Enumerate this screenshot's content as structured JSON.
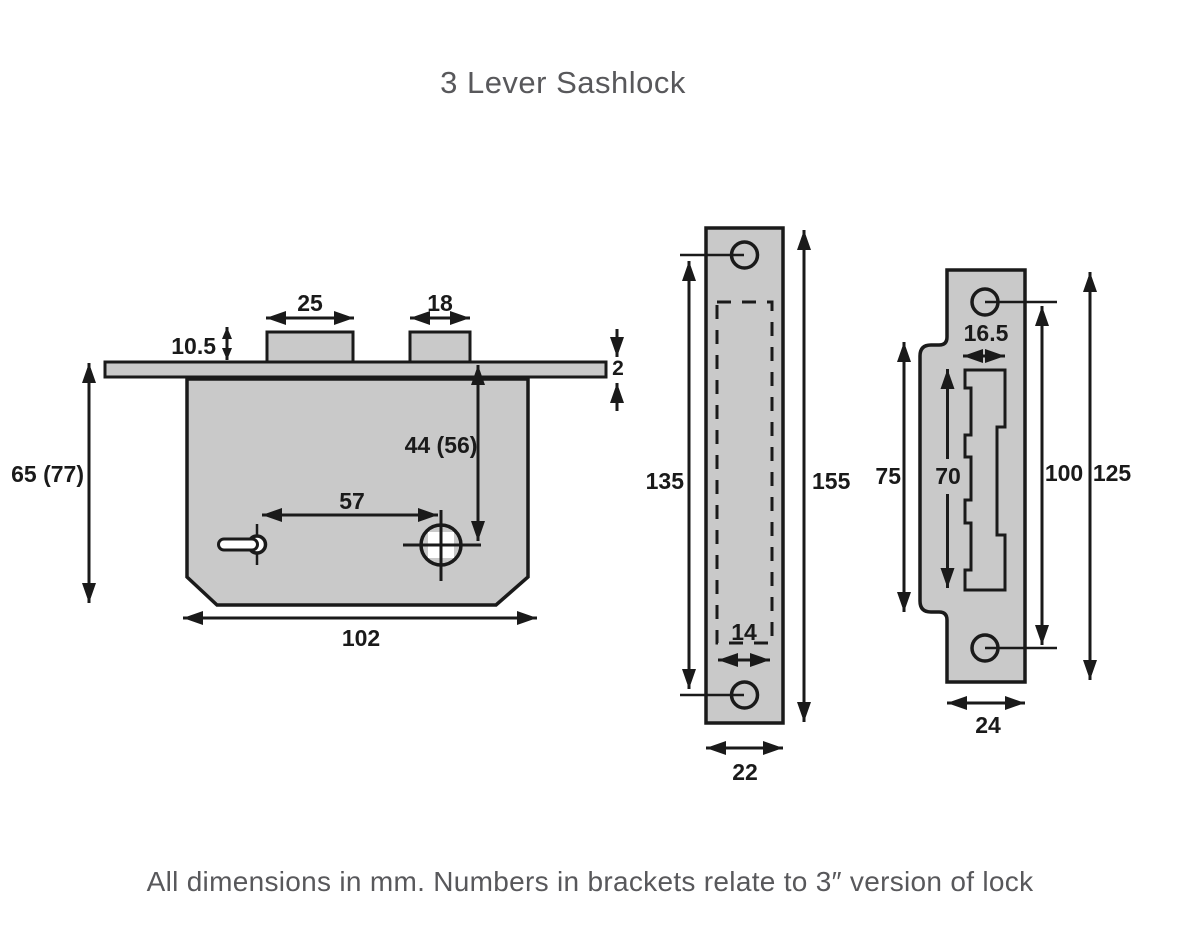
{
  "title": "3 Lever Sashlock",
  "footnote": "All dimensions in mm. Numbers in brackets relate to 3″ version of lock",
  "colors": {
    "plate_fill": "#c9c9c9",
    "line": "#1a1a1a",
    "annotation_text": "#58585b",
    "white": "#ffffff",
    "background": "#ffffff"
  },
  "views": {
    "body": {
      "dims": {
        "bolt_left_width": "25",
        "bolt_right_width": "18",
        "bolt_height": "10.5",
        "faceplate_thickness": "2",
        "spindle_centre": "44 (56)",
        "keyhole_to_spindle": "57",
        "overall_height": "65 (77)",
        "case_width": "102"
      }
    },
    "faceplate": {
      "dims": {
        "hole_centres": "135",
        "overall_height": "155",
        "case_thickness": "14",
        "overall_width": "22"
      }
    },
    "keep": {
      "dims": {
        "cutout_width": "16.5",
        "box_depth": "75",
        "cutout_height": "70",
        "hole_centres": "100",
        "overall_height": "125",
        "overall_width": "24"
      }
    }
  }
}
